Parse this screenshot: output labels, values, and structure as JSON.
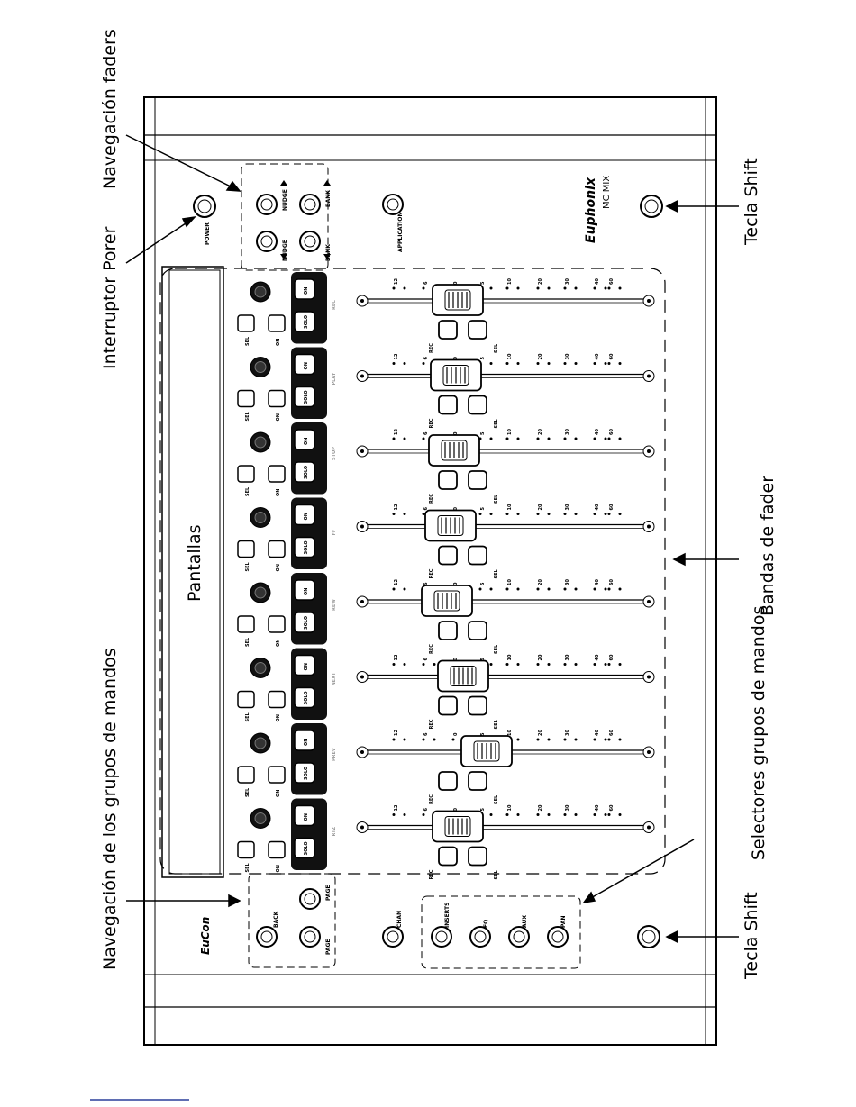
{
  "callouts": {
    "navegacion_faders": "Navegación faders",
    "tecla_shift_top": "Tecla Shift",
    "interruptor_porer": "Interruptor Porer",
    "bandas_fader": "Bandas de fader",
    "selectores_grupos": "Selectores grupos de mandos",
    "navegacion_grupos": "Navegación de los grupos de mandos",
    "tecla_shift_bottom": "Tecla Shift"
  },
  "panel": {
    "brand": "Euphonix",
    "model": "MC MIX",
    "eucon_logo": "EuCon",
    "displays_label": "Pantallas",
    "power_label": "POWER",
    "application_label": "APPLICATION",
    "nudge_label": "NUDGE",
    "bank_label": "BANK",
    "back_label": "BACK",
    "page_label": "PAGE",
    "chan_label": "CHAN",
    "inserts_label": "INSERTS",
    "eq_label": "EQ",
    "aux_label": "AUX",
    "pan_label": "PAN"
  },
  "strip": {
    "on_label": "ON",
    "solo_label": "SOLO",
    "sel_label": "SEL",
    "rec_label": "REC",
    "secondary_labels": [
      "REC",
      "PLAY",
      "STOP",
      "FF",
      "REW",
      "NEXT",
      "PREV",
      "RTZ"
    ],
    "scale": [
      "12",
      "6",
      "0",
      "5",
      "10",
      "20",
      "30",
      "40",
      "60"
    ],
    "count": 8
  },
  "icons": [
    "arrow-up-icon",
    "arrow-down-icon",
    "knob-icon",
    "fader-cap-icon"
  ]
}
